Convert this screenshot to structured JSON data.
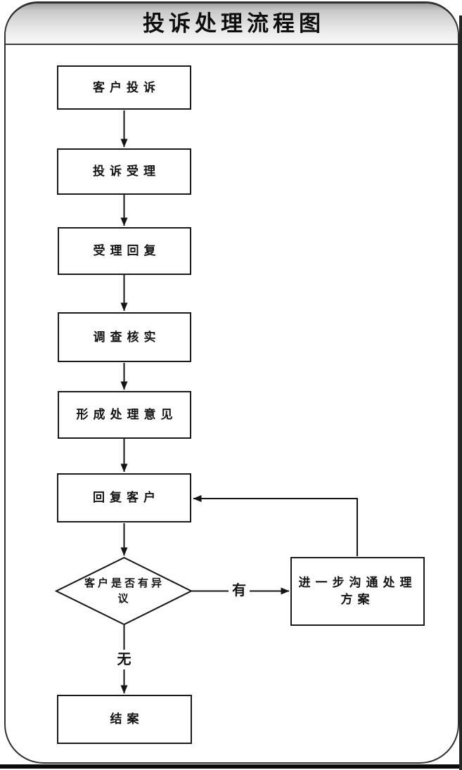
{
  "title": "投诉处理流程图",
  "flowchart": {
    "nodes": [
      {
        "id": "customer-complaint",
        "type": "process",
        "label": "客户投诉"
      },
      {
        "id": "complaint-acceptance",
        "type": "process",
        "label": "投诉受理"
      },
      {
        "id": "acceptance-reply",
        "type": "process",
        "label": "受理回复"
      },
      {
        "id": "investigate-verify",
        "type": "process",
        "label": "调查核实"
      },
      {
        "id": "form-handling-opinion",
        "type": "process",
        "label": "形成处理意见"
      },
      {
        "id": "reply-to-customer",
        "type": "process",
        "label": "回复客户"
      },
      {
        "id": "customer-objection-decision",
        "type": "decision",
        "label": "客户是否有异议"
      },
      {
        "id": "further-communication",
        "type": "process",
        "label": "进一步沟通处理方案"
      },
      {
        "id": "close-case",
        "type": "process",
        "label": "结案"
      }
    ],
    "branch_labels": {
      "yes": "有",
      "no": "无"
    },
    "flow_order": [
      "客户投诉 → 投诉受理 → 受理回复 → 调查核实 → 形成处理意见 → 回复客户 → 客户是否有异议",
      "客户是否有异议 —有→ 进一步沟通处理方案 → 回复客户",
      "客户是否有异议 —无→ 结案"
    ]
  },
  "colors": {
    "line": "#141414",
    "box_border": "#1a1a1a",
    "frame_border": "#2f2f2f",
    "header_gradient_top": "#9f9f9f",
    "header_gradient_bottom": "#f8f8f8",
    "background": "#ffffff"
  }
}
